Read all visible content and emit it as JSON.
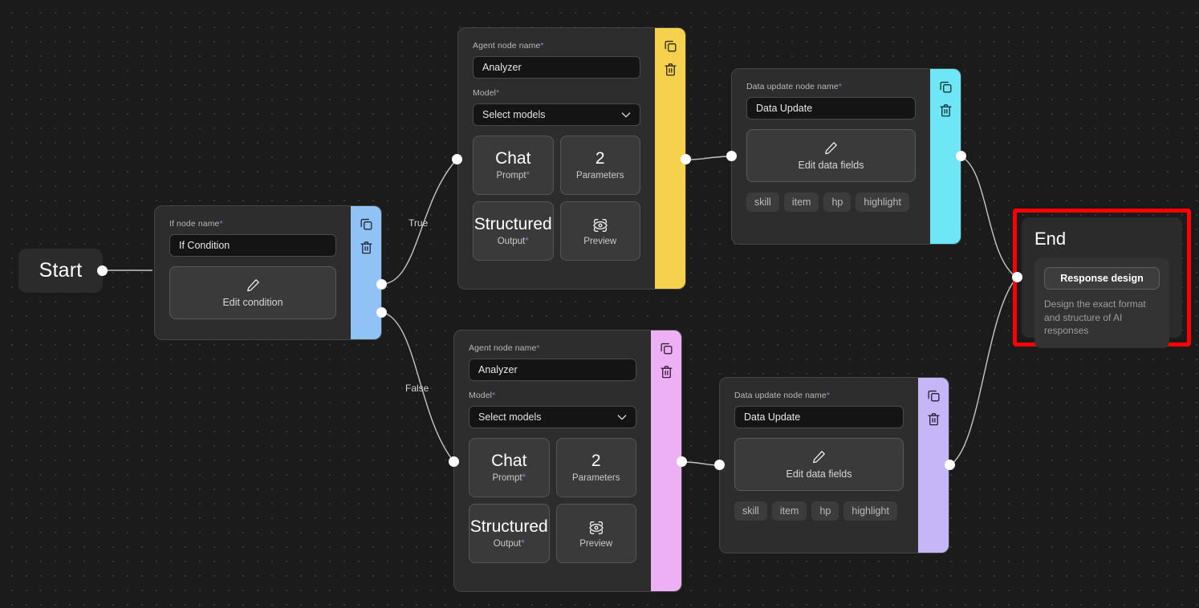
{
  "canvas": {
    "background_color": "#1b1b1b",
    "grid_dot_color": "#3a3a3a"
  },
  "nodes": {
    "start": {
      "label": "Start"
    },
    "if_node": {
      "field_label": "If node name",
      "required_mark": "*",
      "name_value": "If Condition",
      "action_label": "Edit condition",
      "accent_color": "#90c2f5",
      "copy_icon": "copy-icon",
      "delete_icon": "trash-icon",
      "edit_icon": "pencil-icon"
    },
    "agent_true": {
      "field_label": "Agent node name",
      "required_mark": "*",
      "name_value": "Analyzer",
      "model_label": "Model",
      "model_value": "Select models",
      "accent_color": "#f5d14e",
      "tiles": [
        {
          "big": "Chat",
          "sub": "Prompt",
          "required": true,
          "icon": ""
        },
        {
          "big": "2",
          "sub": "Parameters",
          "required": false,
          "icon": ""
        },
        {
          "big": "Structured",
          "sub": "Output",
          "required": true,
          "icon": ""
        },
        {
          "big": "",
          "sub": "Preview",
          "required": false,
          "icon": "preview-eye-icon"
        }
      ]
    },
    "agent_false": {
      "field_label": "Agent node name",
      "required_mark": "*",
      "name_value": "Analyzer",
      "model_label": "Model",
      "model_value": "Select models",
      "accent_color": "#eeb0f5",
      "tiles": [
        {
          "big": "Chat",
          "sub": "Prompt",
          "required": true,
          "icon": ""
        },
        {
          "big": "2",
          "sub": "Parameters",
          "required": false,
          "icon": ""
        },
        {
          "big": "Structured",
          "sub": "Output",
          "required": true,
          "icon": ""
        },
        {
          "big": "",
          "sub": "Preview",
          "required": false,
          "icon": "preview-eye-icon"
        }
      ]
    },
    "data_update_top": {
      "field_label": "Data update node name",
      "required_mark": "*",
      "name_value": "Data Update",
      "action_label": "Edit data fields",
      "accent_color": "#6ee6f5",
      "chips": [
        "skill",
        "item",
        "hp",
        "highlight"
      ]
    },
    "data_update_bottom": {
      "field_label": "Data update node name",
      "required_mark": "*",
      "name_value": "Data Update",
      "action_label": "Edit data fields",
      "accent_color": "#c6b6f7",
      "chips": [
        "skill",
        "item",
        "hp",
        "highlight"
      ]
    },
    "end": {
      "title": "End",
      "button_label": "Response design",
      "description": "Design the exact format and structure of AI responses",
      "highlight_color": "#ff0000"
    }
  },
  "edges": {
    "labels": {
      "true": "True",
      "false": "False"
    },
    "stroke_color": "#c6c6c6"
  }
}
